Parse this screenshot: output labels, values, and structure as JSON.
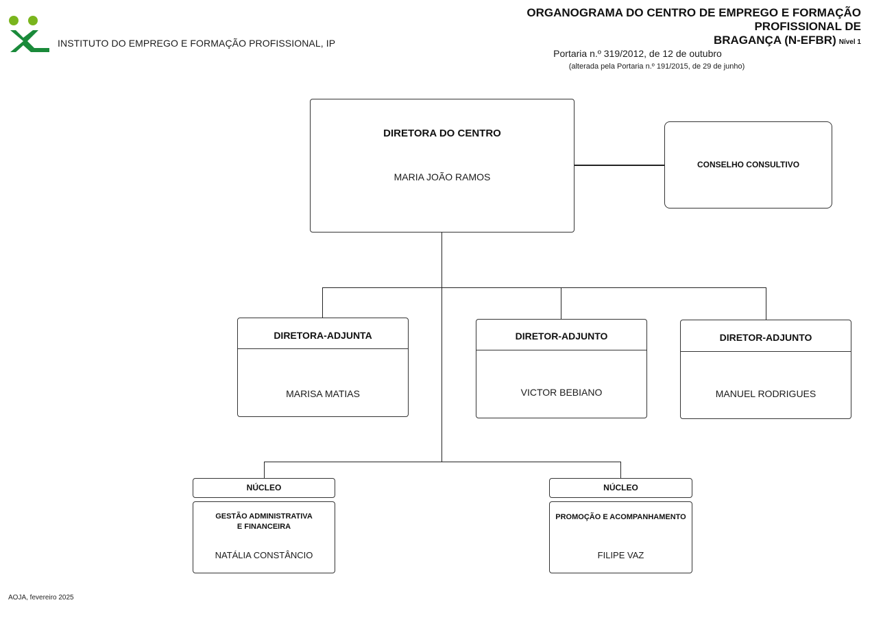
{
  "header": {
    "org_name": "INSTITUTO DO EMPREGO E FORMAÇÃO PROFISSIONAL, IP",
    "title_line1": "ORGANOGRAMA DO  CENTRO DE EMPREGO E FORMAÇÃO PROFISSIONAL DE",
    "title_line2": "BRAGANÇA (N-EFBR)",
    "level": "Nível 1",
    "portaria": "Portaria n.º 319/2012, de 12 de outubro",
    "portaria_sub": "(alterada pela Portaria n.º 191/2015, de 29 de junho)",
    "logo_colors": [
      "#7ab51d",
      "#1a8a3a"
    ]
  },
  "chart": {
    "director": {
      "title": "DIRETORA DO CENTRO",
      "name": "MARIA JOÃO RAMOS"
    },
    "council": {
      "title": "CONSELHO CONSULTIVO"
    },
    "deputies": [
      {
        "title": "DIRETORA-ADJUNTA",
        "name": "MARISA MATIAS"
      },
      {
        "title": "DIRETOR-ADJUNTO",
        "name": "VICTOR BEBIANO"
      },
      {
        "title": "DIRETOR-ADJUNTO",
        "name": "MANUEL RODRIGUES"
      }
    ],
    "nucleos": [
      {
        "header": "NÚCLEO",
        "title_line1": "GESTÃO ADMINISTRATIVA",
        "title_line2": "E FINANCEIRA",
        "name": "NATÁLIA CONSTÂNCIO"
      },
      {
        "header": "NÚCLEO",
        "title_line1": "PROMOÇÃO E ACOMPANHAMENTO",
        "title_line2": "",
        "name": "FILIPE VAZ"
      }
    ]
  },
  "footer": {
    "text": "AOJA, fevereiro 2025"
  }
}
